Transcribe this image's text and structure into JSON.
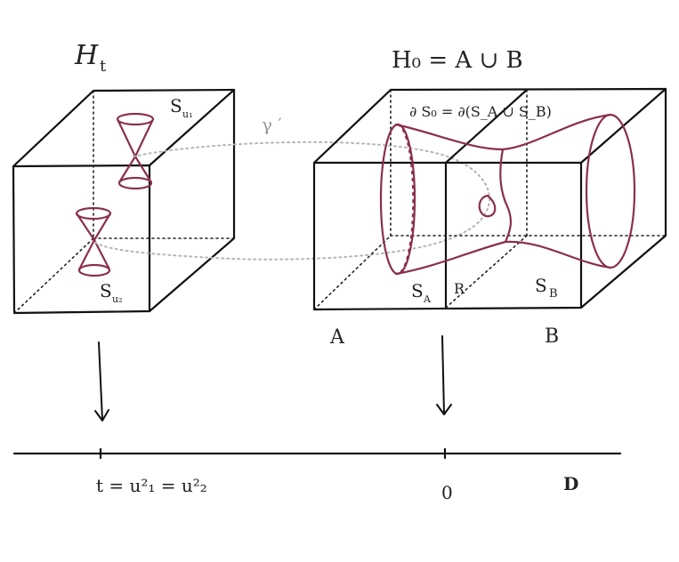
{
  "labels": {
    "left_title": "H",
    "left_title_sub": "t",
    "right_title": "H₀ = A ∪ B",
    "gamma": "γ ′",
    "left_top_surface": "S",
    "left_top_surface_sub": "u₁",
    "left_bottom_surface": "S",
    "left_bottom_surface_sub": "u₂",
    "right_top_formula": "∂ S₀ = ∂(S_A ∪ S_B)",
    "surface_A": "S",
    "surface_A_sub": "A",
    "surface_B": "S",
    "surface_B_sub": "B",
    "region_R": "R",
    "region_A": "A",
    "region_B": "B",
    "axis_left": "t = u²₁ = u²₂",
    "axis_zero": "0",
    "axis_D": "D"
  },
  "colors": {
    "ink": "#111111",
    "curve": "#8a2f4f",
    "gamma_curve": "#b5b5b5"
  }
}
